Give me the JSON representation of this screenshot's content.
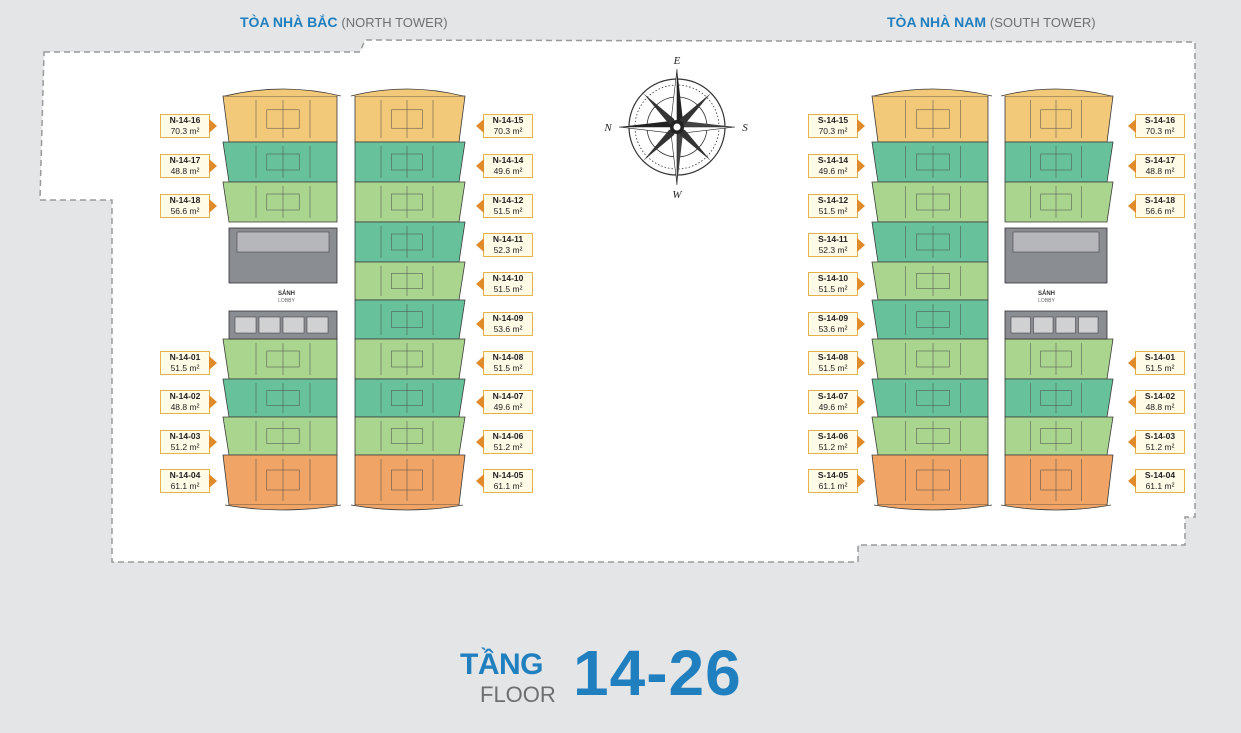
{
  "north_tower": {
    "title": "TÒA NHÀ BẮC",
    "subtitle": "(NORTH TOWER)"
  },
  "south_tower": {
    "title": "TÒA NHÀ NAM",
    "subtitle": "(SOUTH TOWER)"
  },
  "lobby": {
    "label": "SẢNH",
    "sublabel": "LOBBY"
  },
  "compass": {
    "top": "E",
    "left": "N",
    "right": "S",
    "bottom": "W"
  },
  "floor": {
    "word_top": "TẦNG",
    "word_bottom": "FLOOR",
    "range": "14-26"
  },
  "colors": {
    "accent": "#1f7fbf",
    "unit_yellow": "#f2c879",
    "unit_green_light": "#a9d58f",
    "unit_green": "#67c29b",
    "unit_orange": "#f0a466",
    "core": "#8a8d91"
  },
  "north_units": {
    "left": [
      {
        "code": "N-14-16",
        "area": "70.3 m²"
      },
      {
        "code": "N-14-17",
        "area": "48.8 m²"
      },
      {
        "code": "N-14-18",
        "area": "56.6 m²"
      },
      {
        "code": "N-14-01",
        "area": "51.5 m²"
      },
      {
        "code": "N-14-02",
        "area": "48.8 m²"
      },
      {
        "code": "N-14-03",
        "area": "51.2 m²"
      },
      {
        "code": "N-14-04",
        "area": "61.1 m²"
      }
    ],
    "right": [
      {
        "code": "N-14-15",
        "area": "70.3 m²"
      },
      {
        "code": "N-14-14",
        "area": "49.6 m²"
      },
      {
        "code": "N-14-12",
        "area": "51.5 m²"
      },
      {
        "code": "N-14-11",
        "area": "52.3 m²"
      },
      {
        "code": "N-14-10",
        "area": "51.5 m²"
      },
      {
        "code": "N-14-09",
        "area": "53.6 m²"
      },
      {
        "code": "N-14-08",
        "area": "51.5 m²"
      },
      {
        "code": "N-14-07",
        "area": "49.6 m²"
      },
      {
        "code": "N-14-06",
        "area": "51.2 m²"
      },
      {
        "code": "N-14-05",
        "area": "61.1 m²"
      }
    ]
  },
  "south_units": {
    "left": [
      {
        "code": "S-14-15",
        "area": "70.3 m²"
      },
      {
        "code": "S-14-14",
        "area": "49.6 m²"
      },
      {
        "code": "S-14-12",
        "area": "51.5 m²"
      },
      {
        "code": "S-14-11",
        "area": "52.3 m²"
      },
      {
        "code": "S-14-10",
        "area": "51.5 m²"
      },
      {
        "code": "S-14-09",
        "area": "53.6 m²"
      },
      {
        "code": "S-14-08",
        "area": "51.5 m²"
      },
      {
        "code": "S-14-07",
        "area": "49.6 m²"
      },
      {
        "code": "S-14-06",
        "area": "51.2 m²"
      },
      {
        "code": "S-14-05",
        "area": "61.1 m²"
      }
    ],
    "right": [
      {
        "code": "S-14-16",
        "area": "70.3 m²"
      },
      {
        "code": "S-14-17",
        "area": "48.8 m²"
      },
      {
        "code": "S-14-18",
        "area": "56.6 m²"
      },
      {
        "code": "S-14-01",
        "area": "51.5 m²"
      },
      {
        "code": "S-14-02",
        "area": "48.8 m²"
      },
      {
        "code": "S-14-03",
        "area": "51.2 m²"
      },
      {
        "code": "S-14-04",
        "area": "61.1 m²"
      }
    ]
  }
}
